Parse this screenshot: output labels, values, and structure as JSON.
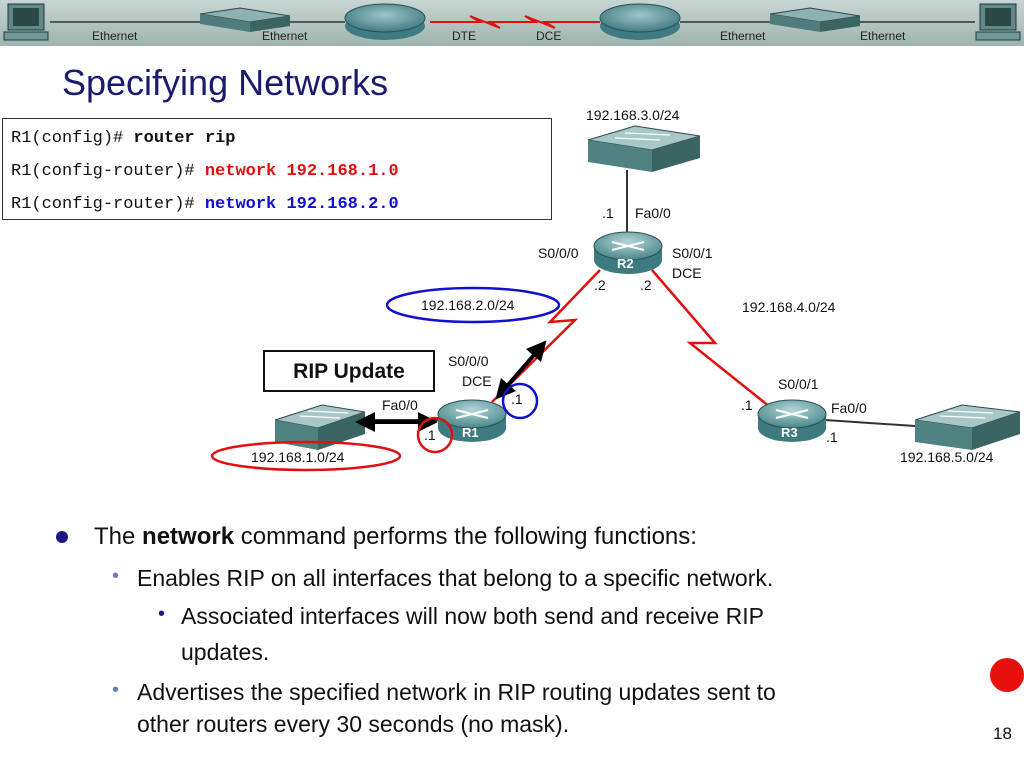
{
  "banner": {
    "labels": [
      "Ethernet",
      "Ethernet",
      "DTE",
      "DCE",
      "Ethernet",
      "Ethernet"
    ]
  },
  "title": "Specifying Networks",
  "commands": [
    {
      "prompt": "R1(config)#",
      "cmd": "router rip"
    },
    {
      "prompt": "R1(config-router)#",
      "cmd": "network 192.168.1.0"
    },
    {
      "prompt": "R1(config-router)#",
      "cmd": "network 192.168.2.0"
    }
  ],
  "diagram": {
    "net_192_168_3": "192.168.3.0/24",
    "net_192_168_2": "192.168.2.0/24",
    "net_192_168_4": "192.168.4.0/24",
    "net_192_168_1": "192.168.1.0/24",
    "net_192_168_5": "192.168.5.0/24",
    "r2": {
      "name": "R2",
      "fa": "Fa0/0",
      "fa_ip": ".1",
      "s000": "S0/0/0",
      "s001": "S0/0/1",
      "dce": "DCE",
      "ip_left": ".2",
      "ip_right": ".2"
    },
    "r1": {
      "name": "R1",
      "s000": "S0/0/0",
      "dce": "DCE",
      "fa": "Fa0/0",
      "fa_ip": ".1",
      "s_ip": ".1"
    },
    "r3": {
      "name": "R3",
      "s001": "S0/0/1",
      "s_ip": ".1",
      "fa": "Fa0/0",
      "fa_ip": ".1"
    },
    "rip_update": "RIP Update"
  },
  "bullets": {
    "main_pre": "The ",
    "main_bold": "network",
    "main_post": " command performs the following functions:",
    "sub1": "Enables RIP on all interfaces that belong to a specific network.",
    "sub1_child_line1": "Associated interfaces will now both send and receive RIP",
    "sub1_child_line2": "updates.",
    "sub2_line1": "Advertises the specified network in RIP routing updates sent to",
    "sub2_line2": "other routers every 30 seconds (no mask)."
  },
  "page_number": "18",
  "colors": {
    "accent_red": "#e8100c",
    "accent_blue": "#1010d0",
    "device_teal": "#4e8e92"
  }
}
